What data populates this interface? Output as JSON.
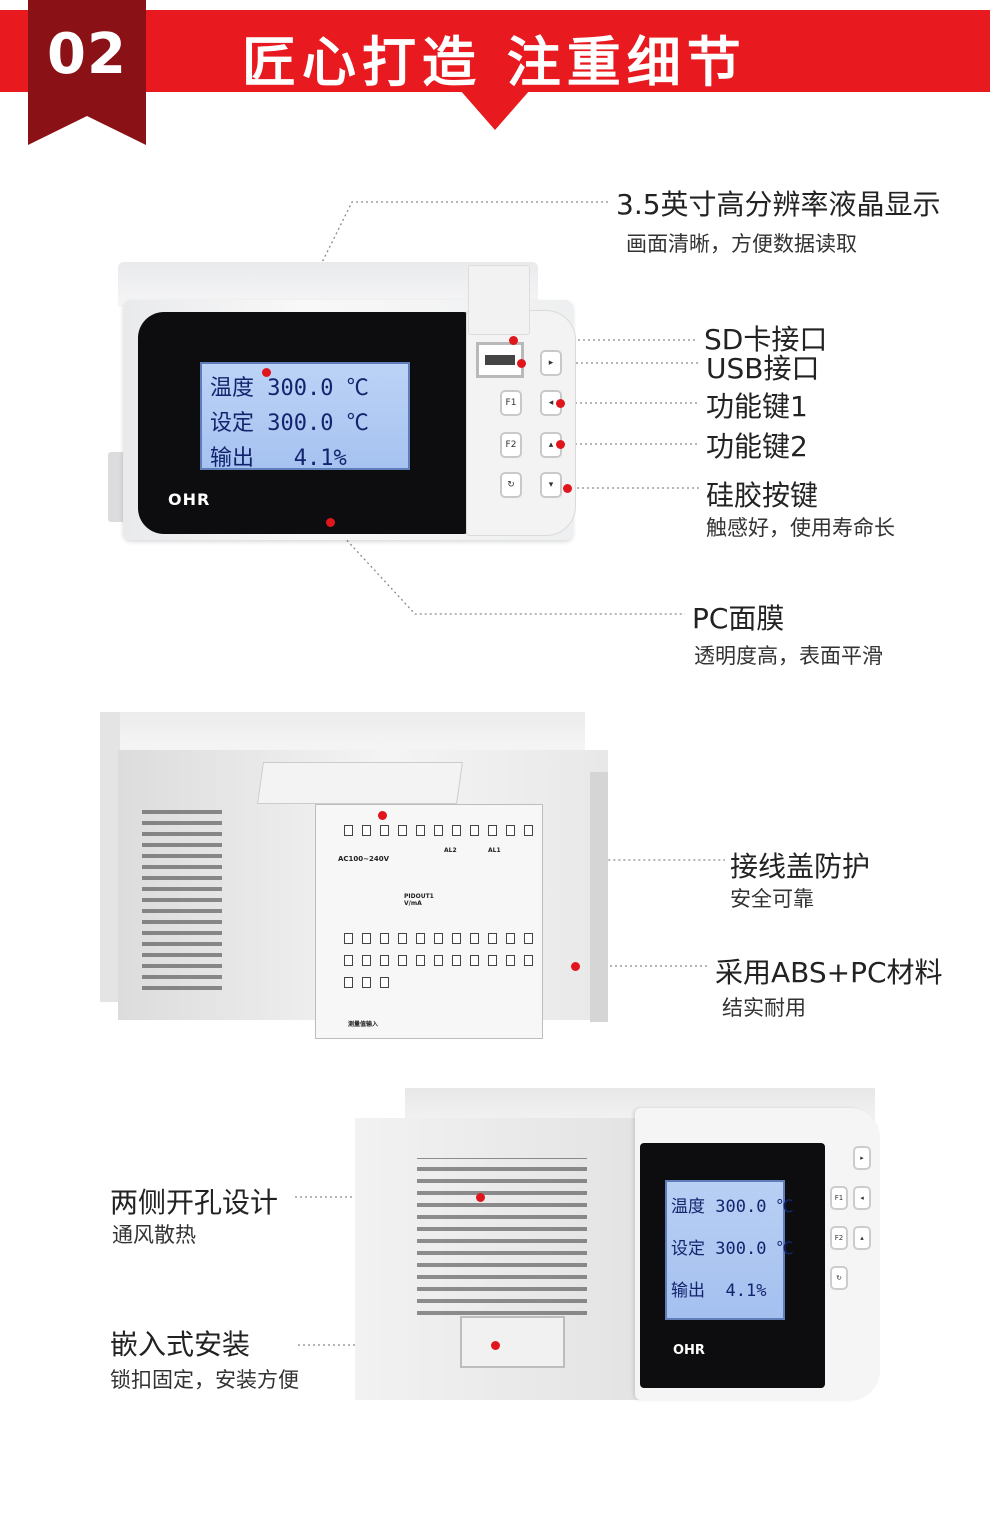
{
  "banner": {
    "number": "02",
    "title": "匠心打造 注重细节",
    "color": "#e8191f"
  },
  "device_front": {
    "lcd": [
      {
        "label": "温度",
        "value": "300.0 ℃"
      },
      {
        "label": "设定",
        "value": "300.0 ℃"
      },
      {
        "label": "输出",
        "value": "4.1%"
      }
    ],
    "logo": "OHR",
    "keys": {
      "f1": "F1",
      "f2": "F2"
    }
  },
  "device_side": {
    "lcd": [
      {
        "label": "温度",
        "value": "300.0 ℃"
      },
      {
        "label": "设定",
        "value": "300.0 ℃"
      },
      {
        "label": "输出",
        "value": "4.1%"
      }
    ],
    "logo": "OHR",
    "keys": {
      "f1": "F1",
      "f2": "F2"
    }
  },
  "annotations": {
    "lcd": {
      "title": "3.5英寸高分辨率液晶显示",
      "desc": "画面清晰，方便数据读取"
    },
    "sd": {
      "title": "SD卡接口"
    },
    "usb": {
      "title": "USB接口"
    },
    "fn1": {
      "title": "功能键1"
    },
    "fn2": {
      "title": "功能键2"
    },
    "silicone": {
      "title": "硅胶按键",
      "desc": "触感好，使用寿命长"
    },
    "pc_film": {
      "title": "PC面膜",
      "desc": "透明度高，表面平滑"
    },
    "cover": {
      "title": "接线盖防护",
      "desc": "安全可靠"
    },
    "material": {
      "title": "采用ABS+PC材料",
      "desc": "结实耐用"
    },
    "vent": {
      "title": "两侧开孔设计",
      "desc": "通风散热"
    },
    "mount": {
      "title": "嵌入式安装",
      "desc": "锁扣固定，安装方便"
    }
  },
  "terminal_labels": {
    "power": "AC100~240V",
    "output": "PIDOUT1 V/mA",
    "alarm2": "AL2",
    "alarm1": "AL1",
    "input": "测量值输入"
  }
}
